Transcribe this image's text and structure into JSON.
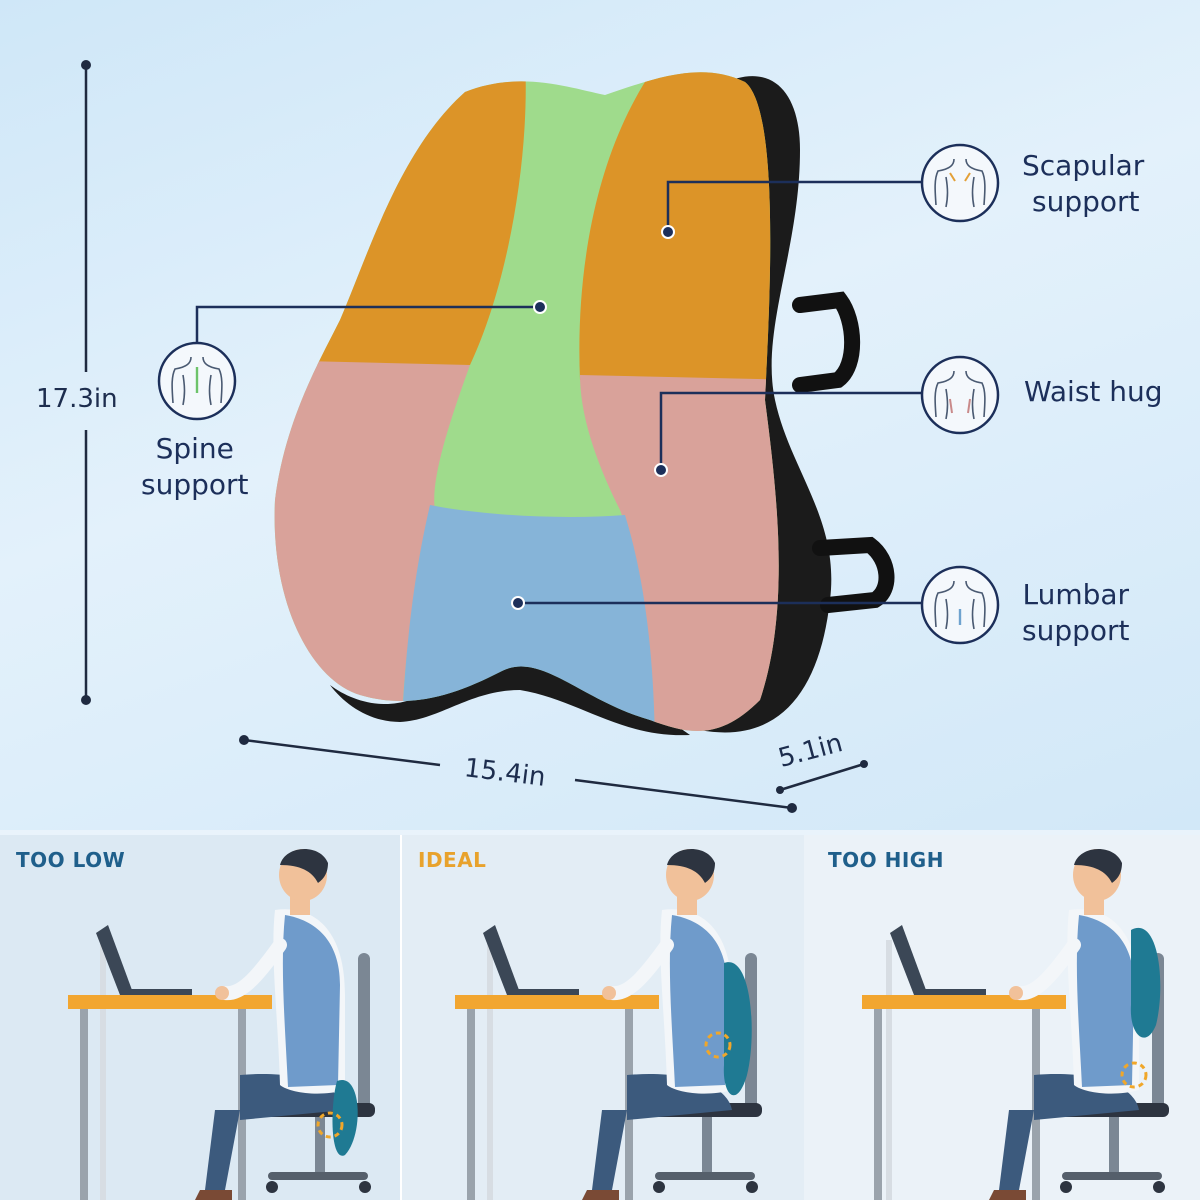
{
  "dimensions": {
    "height": "17.3in",
    "width": "15.4in",
    "depth": "5.1in"
  },
  "callouts": {
    "scapular": {
      "line1": "Scapular",
      "line2": "support",
      "icon": "back-icon"
    },
    "waist": {
      "line1": "Waist hug",
      "icon": "back-icon"
    },
    "lumbar": {
      "line1": "Lumbar",
      "line2": "support",
      "icon": "back-icon"
    },
    "spine": {
      "line1": "Spine",
      "line2": "support",
      "icon": "back-icon"
    }
  },
  "zones": {
    "shoulder": "#dc9428",
    "spine": "#9fdb8c",
    "waist": "#d9a29a",
    "lumbar": "#86b4d8",
    "mesh": "#1b1b1b"
  },
  "panels": [
    {
      "title": "TOO LOW",
      "color": "#1f5f8b"
    },
    {
      "title": "IDEAL",
      "color": "#e8a22c"
    },
    {
      "title": "TOO HIGH",
      "color": "#1f5f8b"
    }
  ]
}
